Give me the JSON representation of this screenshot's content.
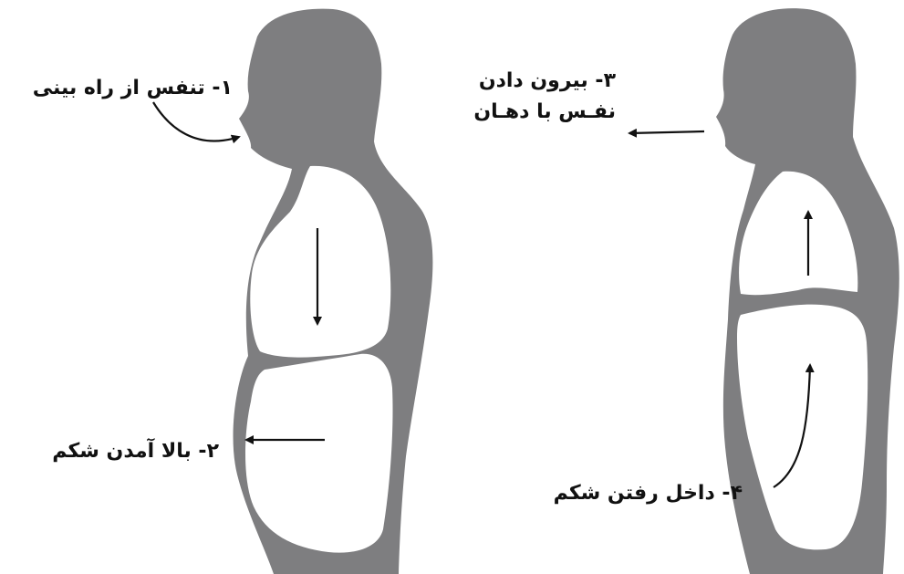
{
  "colors": {
    "body": "#7e7e80",
    "cavity": "#ffffff",
    "ink": "#111111"
  },
  "steps": {
    "step1": {
      "number": "۱",
      "text": "تنفس از راه بینی",
      "label": "۱- تنفس از راه بینی"
    },
    "step2": {
      "number": "۲",
      "text": "بالا آمدن شکم",
      "label": "۲- بالا آمدن شکم"
    },
    "step3": {
      "number": "۳",
      "line1": "۳- بیرون دادن",
      "line2": "نفـس با دهـان"
    },
    "step4": {
      "number": "۴",
      "text": "داخل رفتن شکم",
      "label": "۴- داخل رفتن شکم"
    }
  }
}
